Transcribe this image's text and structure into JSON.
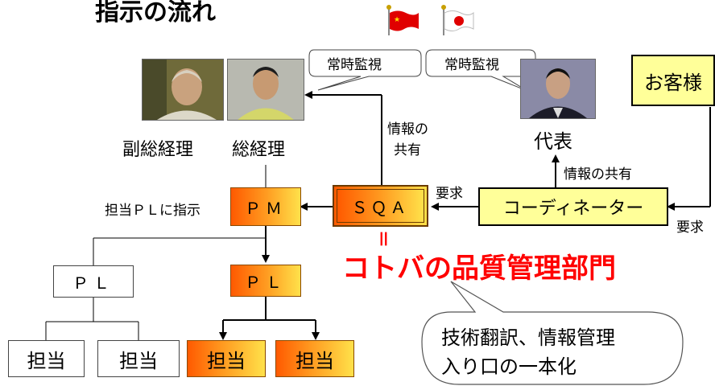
{
  "title": "指示の流れ",
  "people": {
    "vice_gm": "副総経理",
    "gm": "総経理",
    "rep": "代表"
  },
  "callouts": {
    "monitor_left": "常時監視",
    "monitor_right": "常時監視",
    "bottom_line1": "技術翻訳、情報管理",
    "bottom_line2": "入り口の一本化"
  },
  "boxes": {
    "customer": "お客様",
    "coordinator": "コーディネーター",
    "sqa": "ＳＱＡ",
    "pm": "ＰＭ",
    "pl_left": "ＰＬ",
    "pl_right": "ＰＬ",
    "tanto1": "担当",
    "tanto2": "担当",
    "tanto3": "担当",
    "tanto4": "担当"
  },
  "labels": {
    "info_share_v1": "情報の",
    "info_share_v2": "共有",
    "info_share_h": "情報の共有",
    "request_sqa": "要求",
    "request_customer": "要求",
    "instruct": "担当ＰＬに指示",
    "equals": "＝",
    "department": "コトバの品質管理部門"
  },
  "flags": [
    "china-flag",
    "japan-flag"
  ],
  "colors": {
    "department_red": "#ff0000",
    "orange": "#ff5a00",
    "yellow": "#ffff99"
  }
}
